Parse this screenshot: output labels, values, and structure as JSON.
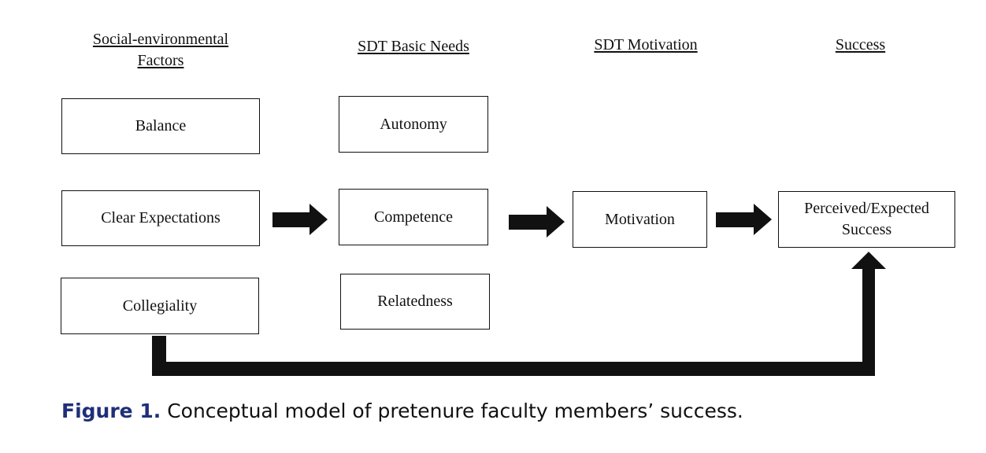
{
  "columns": {
    "social": "Social-environmental Factors",
    "needs": "SDT Basic Needs",
    "motivation": "SDT Motivation",
    "success": "Success"
  },
  "boxes": {
    "balance": "Balance",
    "clear_expectations": "Clear Expectations",
    "collegiality": "Collegiality",
    "autonomy": "Autonomy",
    "competence": "Competence",
    "relatedness": "Relatedness",
    "motivation": "Motivation",
    "perceived_success": "Perceived/Expected Success"
  },
  "caption": {
    "label": "Figure 1.",
    "text": "Conceptual model of pretenure faculty members’ success."
  },
  "colors": {
    "ink": "#111111",
    "caption_label": "#1f2f78"
  }
}
